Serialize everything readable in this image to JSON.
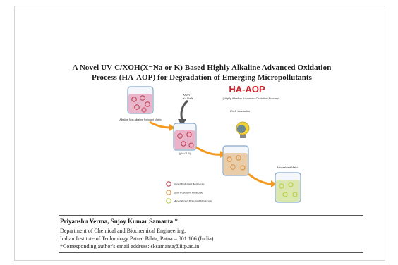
{
  "paper": {
    "title_line1": "A Novel UV-C/XOH(X=Na or K) Based Highly Alkaline Advanced Oxidation",
    "title_line2": "Process (HA-AOP) for Degradation of Emerging Micropollutants",
    "authors": "Priyanshu Verma, Sujoy Kumar Samanta *",
    "affiliation_line1": "Department of Chemical and Biochemical Engineering,",
    "affiliation_line2": "Indian Institute of Technology Patna, Bihta, Patna – 801 106 (India)",
    "email_line": "*Corresponding author's email address: sksamanta@iitp.ac.in"
  },
  "graphic": {
    "haaop_label": "HA-AOP",
    "haaop_caption": "(Highly Alkaline Advanced Oxidation Process)",
    "xoh_label": "XOH",
    "xoh_sub": "X= Na/K",
    "uv_label": "UV-C Irradiation",
    "beaker1_label": "Alkaline Non-alkaline Pollutant Matrix",
    "beaker2_label": "(pH>11.0)",
    "beaker4_label": "Mineralized Matrix",
    "legend": [
      {
        "label": "Intact Pollutant Molecule",
        "color": "#c0394b"
      },
      {
        "label": "Split Pollutant Molecule",
        "color": "#d98c3a"
      },
      {
        "label": "Mineralized Pollutant Molecule",
        "color": "#b7c93a"
      }
    ],
    "colors": {
      "accent_red": "#d21f2b",
      "arrow_orange": "#f39a1e",
      "beaker_glass": "#8aa7c7",
      "liquid_pink": "#e6a8c0",
      "liquid_tan": "#e6c59a",
      "liquid_green": "#d7e7a6",
      "uv_lamp": "#f2d23a"
    }
  }
}
